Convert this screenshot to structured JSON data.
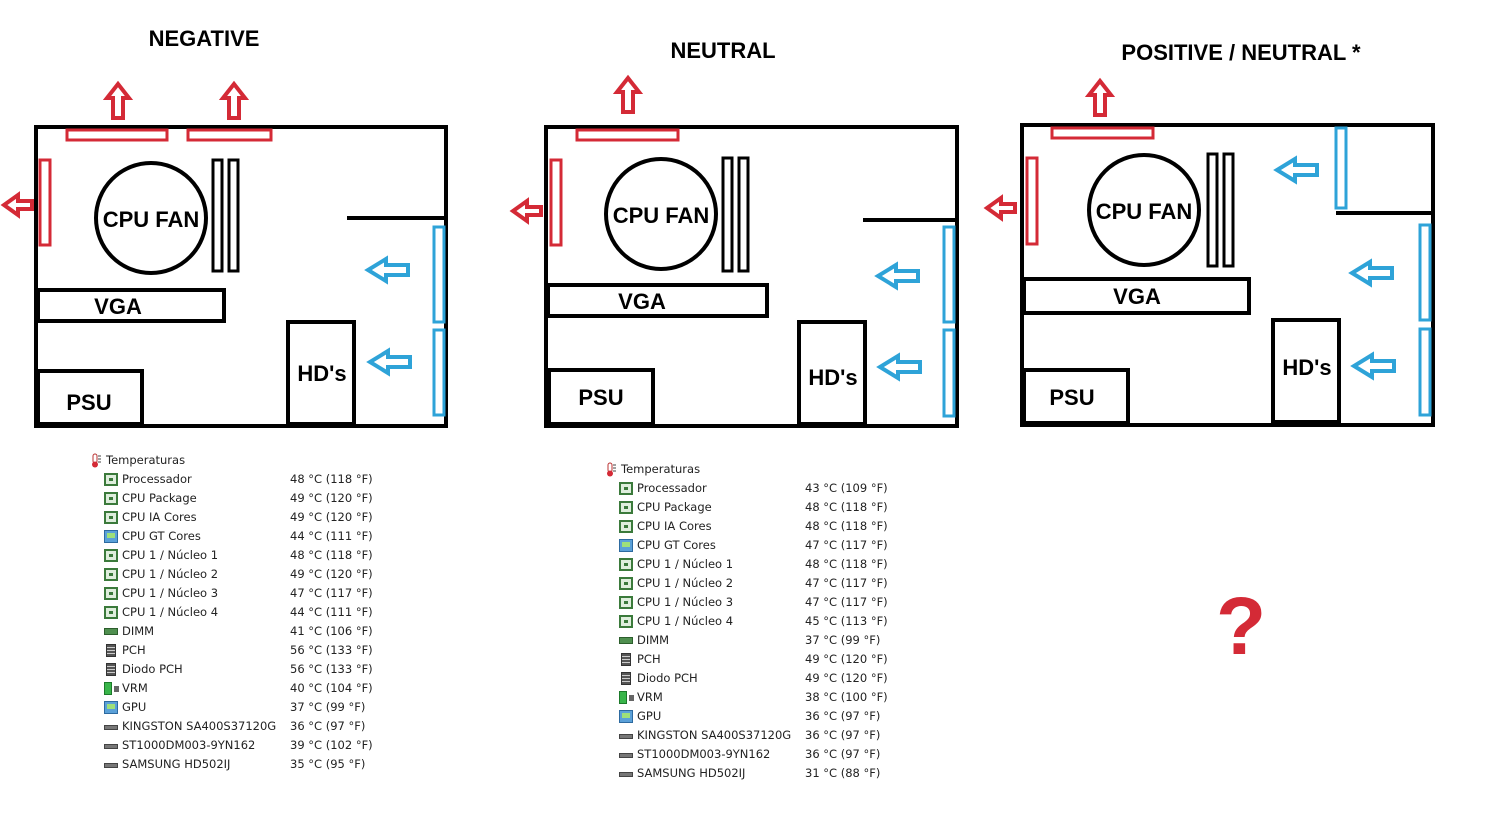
{
  "titles": {
    "negative": "NEGATIVE",
    "neutral": "NEUTRAL",
    "positive": "POSITIVE / NEUTRAL *"
  },
  "labels": {
    "cpu_fan": "CPU FAN",
    "vga": "VGA",
    "hds": "HD's",
    "psu": "PSU"
  },
  "question_mark": "?",
  "colors": {
    "exhaust": "#d42a36",
    "intake": "#2ea3d8",
    "case": "#000000"
  },
  "panel_negative": {
    "header": "Temperaturas",
    "rows": [
      {
        "icon": "chip",
        "name": "Processador",
        "value": "48 °C  (118 °F)"
      },
      {
        "icon": "chip",
        "name": "CPU Package",
        "value": "49 °C  (120 °F)"
      },
      {
        "icon": "chip",
        "name": "CPU IA Cores",
        "value": "49 °C  (120 °F)"
      },
      {
        "icon": "monitor",
        "name": "CPU GT Cores",
        "value": "44 °C  (111 °F)"
      },
      {
        "icon": "chip",
        "name": "CPU 1 / Núcleo 1",
        "value": "48 °C  (118 °F)"
      },
      {
        "icon": "chip",
        "name": "CPU 1 / Núcleo 2",
        "value": "49 °C  (120 °F)"
      },
      {
        "icon": "chip",
        "name": "CPU 1 / Núcleo 3",
        "value": "47 °C  (117 °F)"
      },
      {
        "icon": "chip",
        "name": "CPU 1 / Núcleo 4",
        "value": "44 °C  (111 °F)"
      },
      {
        "icon": "dimm",
        "name": "DIMM",
        "value": "41 °C  (106 °F)"
      },
      {
        "icon": "pch",
        "name": "PCH",
        "value": "56 °C  (133 °F)"
      },
      {
        "icon": "pch",
        "name": "Diodo PCH",
        "value": "56 °C  (133 °F)"
      },
      {
        "icon": "vrm",
        "name": "VRM",
        "value": "40 °C  (104 °F)"
      },
      {
        "icon": "monitor",
        "name": "GPU",
        "value": "37 °C  (99 °F)"
      },
      {
        "icon": "disk",
        "name": "KINGSTON SA400S37120G",
        "value": "36 °C  (97 °F)"
      },
      {
        "icon": "disk",
        "name": "ST1000DM003-9YN162",
        "value": "39 °C  (102 °F)"
      },
      {
        "icon": "disk",
        "name": "SAMSUNG HD502IJ",
        "value": "35 °C  (95 °F)"
      }
    ]
  },
  "panel_neutral": {
    "header": "Temperaturas",
    "rows": [
      {
        "icon": "chip",
        "name": "Processador",
        "value": "43 °C  (109 °F)"
      },
      {
        "icon": "chip",
        "name": "CPU Package",
        "value": "48 °C  (118 °F)"
      },
      {
        "icon": "chip",
        "name": "CPU IA Cores",
        "value": "48 °C  (118 °F)"
      },
      {
        "icon": "monitor",
        "name": "CPU GT Cores",
        "value": "47 °C  (117 °F)"
      },
      {
        "icon": "chip",
        "name": "CPU 1 / Núcleo 1",
        "value": "48 °C  (118 °F)"
      },
      {
        "icon": "chip",
        "name": "CPU 1 / Núcleo 2",
        "value": "47 °C  (117 °F)"
      },
      {
        "icon": "chip",
        "name": "CPU 1 / Núcleo 3",
        "value": "47 °C  (117 °F)"
      },
      {
        "icon": "chip",
        "name": "CPU 1 / Núcleo 4",
        "value": "45 °C  (113 °F)"
      },
      {
        "icon": "dimm",
        "name": "DIMM",
        "value": "37 °C  (99 °F)"
      },
      {
        "icon": "pch",
        "name": "PCH",
        "value": "49 °C  (120 °F)"
      },
      {
        "icon": "pch",
        "name": "Diodo PCH",
        "value": "49 °C  (120 °F)"
      },
      {
        "icon": "vrm",
        "name": "VRM",
        "value": "38 °C  (100 °F)"
      },
      {
        "icon": "monitor",
        "name": "GPU",
        "value": "36 °C  (97 °F)"
      },
      {
        "icon": "disk",
        "name": "KINGSTON SA400S37120G",
        "value": "36 °C  (97 °F)"
      },
      {
        "icon": "disk",
        "name": "ST1000DM003-9YN162",
        "value": "36 °C  (97 °F)"
      },
      {
        "icon": "disk",
        "name": "SAMSUNG HD502IJ",
        "value": "31 °C  (88 °F)"
      }
    ]
  }
}
